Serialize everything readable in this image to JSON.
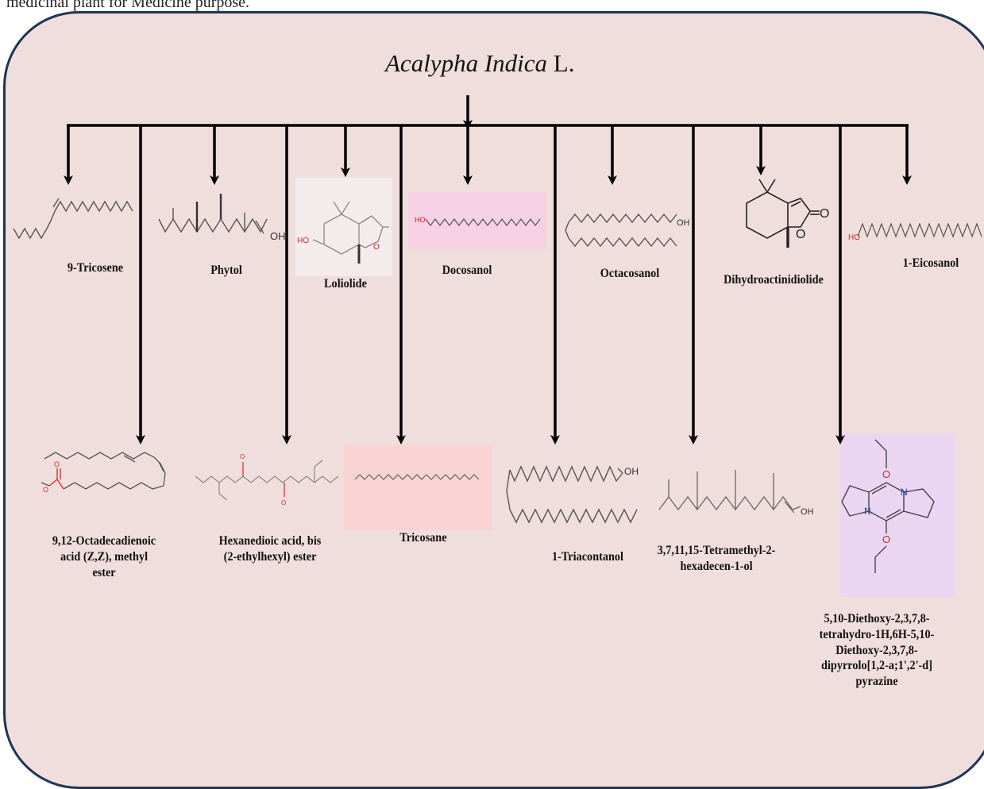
{
  "caption": "medicinal plant for Medicine purpose.",
  "title": {
    "italic": "Acalypha Indica",
    "suffix": " L."
  },
  "top_compounds": [
    {
      "name": "9-Tricosene"
    },
    {
      "name": "Phytol"
    },
    {
      "name": "Loliolide"
    },
    {
      "name": "Docosanol"
    },
    {
      "name": "Octacosanol"
    },
    {
      "name": "Dihydroactinidiolide"
    },
    {
      "name": "1-Eicosanol"
    }
  ],
  "bottom_compounds": [
    {
      "name": "9,12-Octadecadienoic acid (Z,Z), methyl ester"
    },
    {
      "name": "Hexanedioic acid, bis (2-ethylhexyl) ester"
    },
    {
      "name": "Tricosane"
    },
    {
      "name": "1-Triacontanol"
    },
    {
      "name": "3,7,11,15-Tetramethyl-2-hexadecen-1-ol"
    },
    {
      "name": "5,10-Diethoxy-2,3,7,8-tetrahydro-1H,6H-5,10-Diethoxy-2,3,7,8-dipyrrolo[1,2-a;1',2'-d] pyrazine"
    }
  ],
  "atom_labels": {
    "oh": "OH",
    "ho": "HO",
    "o": "O",
    "n": "N"
  },
  "colors": {
    "panel_bg": "#f0dedd",
    "panel_border": "#1f3554",
    "arrow": "#000000",
    "structure_line": "#555555",
    "oxygen": "#d62728",
    "nitrogen": "#1f3fbf",
    "docosanol_bg": "#f6d0e3",
    "tricosane_bg": "#f7d3d3",
    "pyrazine_bg": "#ead6f3"
  }
}
